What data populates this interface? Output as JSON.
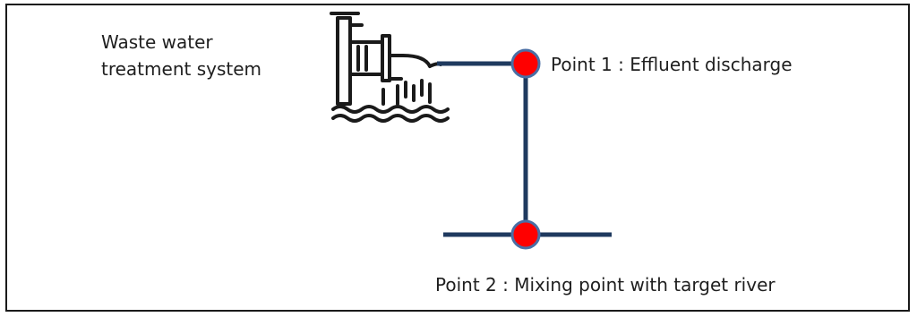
{
  "system_label": {
    "line1": "Waste water",
    "line2": "treatment system"
  },
  "points": [
    {
      "id": 1,
      "label": "Point 1 : Effluent discharge"
    },
    {
      "id": 2,
      "label": "Point 2 : Mixing point with target river"
    }
  ],
  "icons": {
    "treatment_system": "wastewater-discharge-pipe-icon"
  },
  "colors": {
    "pipe": "#1f3a5f",
    "point_fill": "#ff0000",
    "point_stroke": "#4a6fa5",
    "icon": "#1a1a1a",
    "text": "#1f1f1f",
    "border": "#1a1a1a"
  }
}
